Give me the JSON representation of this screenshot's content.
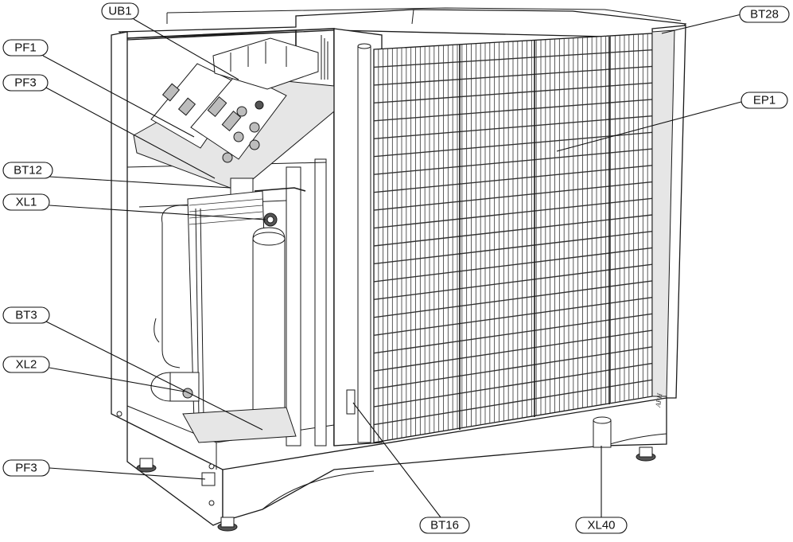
{
  "labels": {
    "ub1": "UB1",
    "pf1": "PF1",
    "pf3_top": "PF3",
    "bt12": "BT12",
    "xl1": "XL1",
    "bt3": "BT3",
    "xl2": "XL2",
    "pf3_bottom": "PF3",
    "bt28": "BT28",
    "ep1": "EP1",
    "bt16": "BT16",
    "xl40": "XL40"
  },
  "side_marking": "APH"
}
